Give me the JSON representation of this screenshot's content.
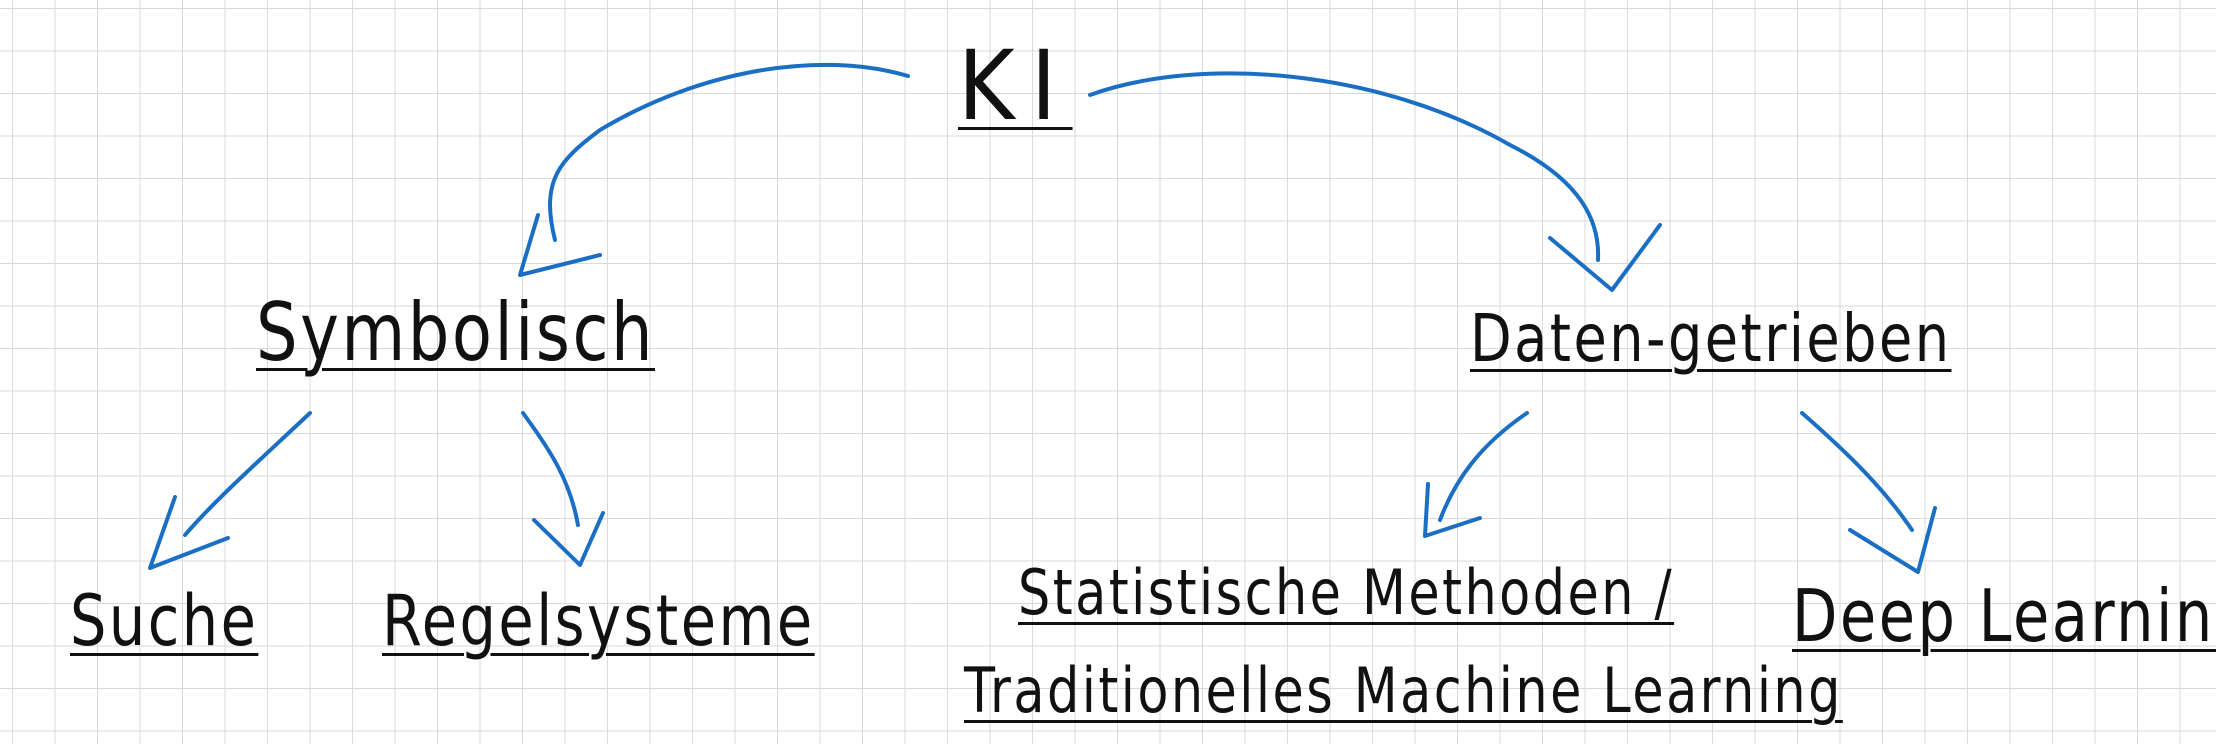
{
  "diagram": {
    "root": "KI",
    "branches": [
      {
        "label": "Symbolisch",
        "children": [
          "Suche",
          "Regelsysteme"
        ]
      },
      {
        "label": "Daten-getrieben",
        "children": [
          "Statistische Methoden /",
          "Traditionelles Machine Learning",
          "Deep Learning"
        ]
      }
    ]
  },
  "colors": {
    "arrow": "#1a6fc4",
    "text": "#111111",
    "grid": "#d9d9d9"
  }
}
